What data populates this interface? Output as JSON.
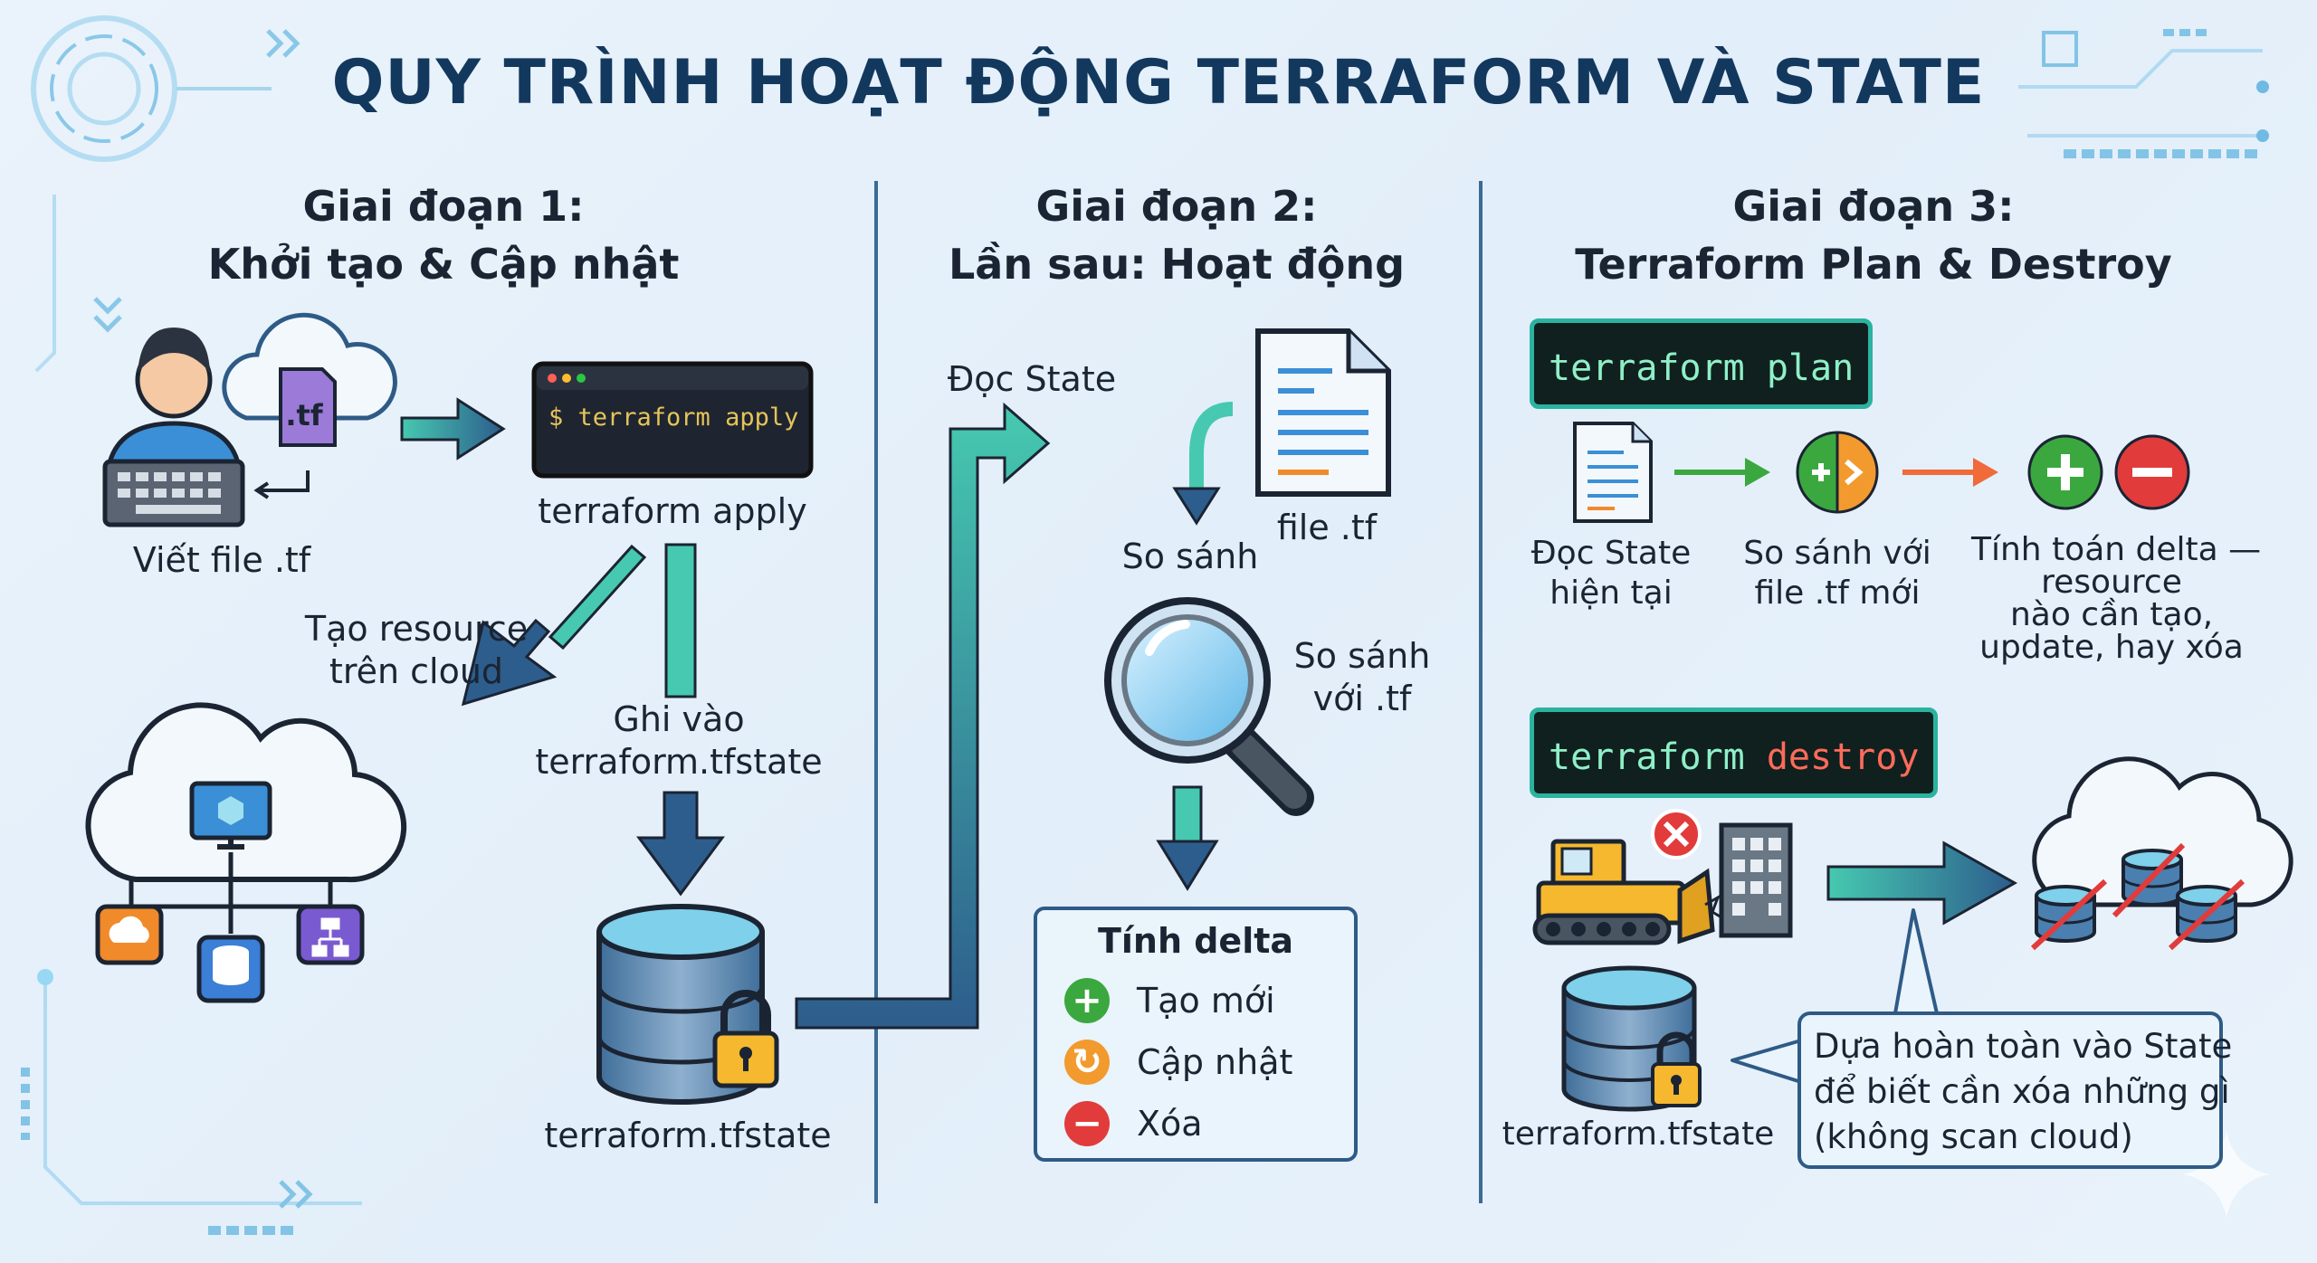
{
  "title": "QUY TRÌNH HOẠT ĐỘNG TERRAFORM VÀ STATE",
  "stages": [
    {
      "line1": "Giai đoạn 1:",
      "line2": "Khởi tạo & Cập nhật"
    },
    {
      "line1": "Giai đoạn 2:",
      "line2": "Lần sau: Hoạt động"
    },
    {
      "line1": "Giai đoạn 3:",
      "line2": "Terraform Plan & Destroy"
    }
  ],
  "stage1": {
    "tf_badge": ".tf",
    "write_file": "Viết file .tf",
    "terminal_cmd": "$ terraform apply",
    "apply_label": "terraform apply",
    "create_resource": [
      "Tạo resource",
      "trên cloud"
    ],
    "write_state": [
      "Ghi vào",
      "terraform.tfstate"
    ],
    "state_file": "terraform.tfstate"
  },
  "stage2": {
    "read_state": "Đọc State",
    "file_tf": "file .tf",
    "compare": "So sánh",
    "compare_with": [
      "So sánh",
      "với .tf"
    ],
    "delta_title": "Tính delta",
    "delta_items": [
      {
        "label": "Tạo mới",
        "icon": "plus-icon",
        "color": "#3aa83f",
        "glyph": "+"
      },
      {
        "label": "Cập nhật",
        "icon": "refresh-icon",
        "color": "#f29a2e",
        "glyph": "↻"
      },
      {
        "label": "Xóa",
        "icon": "minus-icon",
        "color": "#e23b3b",
        "glyph": "−"
      }
    ]
  },
  "stage3": {
    "plan_cmd": "terraform plan",
    "plan_steps": [
      [
        "Đọc State",
        "hiện tại"
      ],
      [
        "So sánh với",
        "file .tf mới"
      ],
      [
        "Tính toán delta —",
        "resource",
        "nào cần tạo,",
        "update, hay xóa"
      ]
    ],
    "destroy_cmd_1": "terraform",
    "destroy_cmd_2": "destroy",
    "state_file": "terraform.tfstate",
    "callout": [
      "Dựa hoàn toàn vào State",
      "để biết cần xóa những gì",
      "(không scan cloud)"
    ]
  },
  "colors": {
    "title": "#13385e",
    "teal": "#3dbfa9",
    "navy": "#2e5b8a",
    "green": "#3aa83f",
    "orange": "#f29a2e",
    "red": "#e23b3b"
  }
}
